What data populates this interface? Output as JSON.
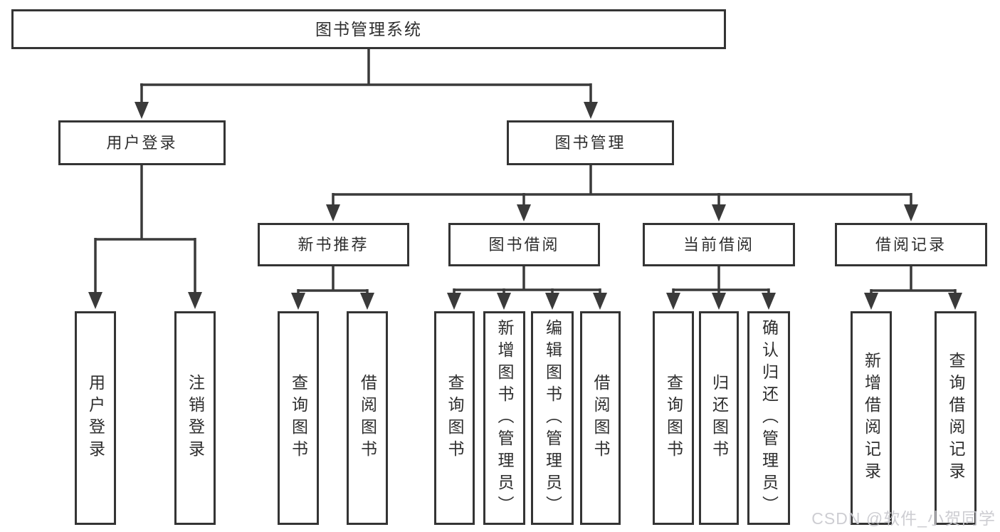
{
  "diagram_type": "hierarchy-tree",
  "colors": {
    "background": "#ffffff",
    "box_border": "#343434",
    "line": "#3a3a3a",
    "text": "#2e2e2e",
    "watermark": "#cacad0"
  },
  "tree": {
    "label": "图书管理系统",
    "children": [
      {
        "label": "用户登录",
        "children": [
          {
            "label": "用户登录"
          },
          {
            "label": "注销登录"
          }
        ]
      },
      {
        "label": "图书管理",
        "children": [
          {
            "label": "新书推荐",
            "children": [
              {
                "label": "查询图书"
              },
              {
                "label": "借阅图书"
              }
            ]
          },
          {
            "label": "图书借阅",
            "children": [
              {
                "label": "查询图书"
              },
              {
                "label": "新增图书（管理员）"
              },
              {
                "label": "编辑图书（管理员）"
              },
              {
                "label": "借阅图书"
              }
            ]
          },
          {
            "label": "当前借阅",
            "children": [
              {
                "label": "查询图书"
              },
              {
                "label": "归还图书"
              },
              {
                "label": "确认归还（管理员）"
              }
            ]
          },
          {
            "label": "借阅记录",
            "children": [
              {
                "label": "新增借阅记录"
              },
              {
                "label": "查询借阅记录"
              }
            ]
          }
        ]
      }
    ]
  },
  "watermark": {
    "text": "CSDN @软件_小贺同学"
  }
}
